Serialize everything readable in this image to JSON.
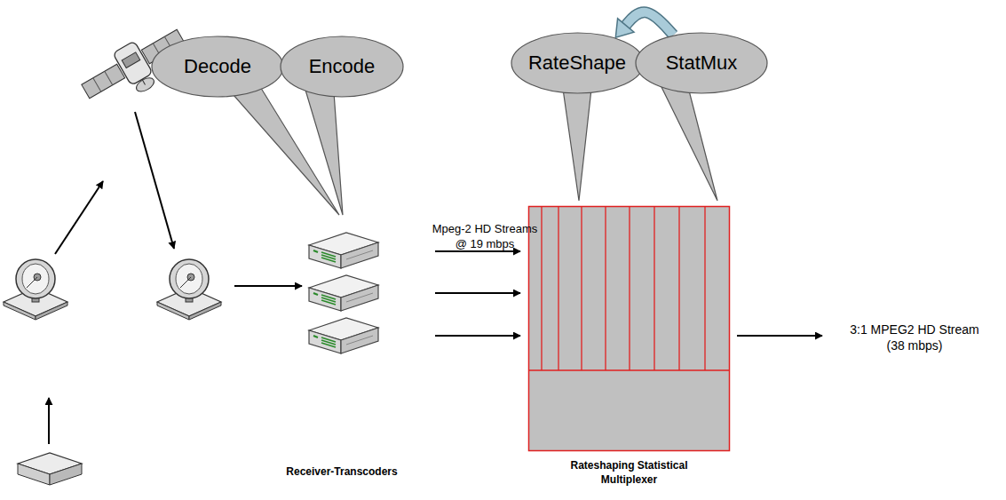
{
  "diagram": {
    "nodes": [
      {
        "text": [
          "Decode"
        ]
      },
      {
        "text": [
          "Encode"
        ]
      },
      {
        "text": [
          "RateShape"
        ]
      },
      {
        "text": [
          "StatMux"
        ]
      },
      {
        "text": [
          "Rateshaping Statistical Multiplexer"
        ]
      }
    ],
    "edges": [
      {
        "from": 3,
        "to": 2,
        "arrow": "to"
      }
    ],
    "labels": [
      "Mpeg-2 HD Streams @ 19 mbps",
      "Receiver-Transcoders",
      "3:1 MPEG2 HD Stream (38 mbps)"
    ]
  }
}
